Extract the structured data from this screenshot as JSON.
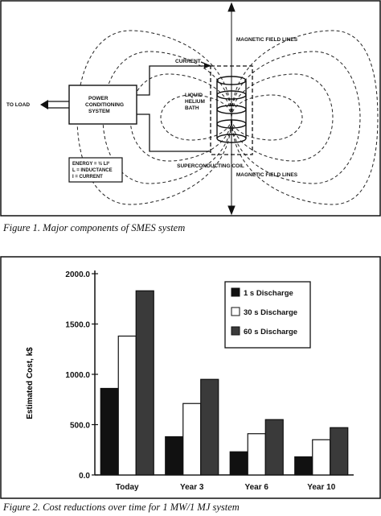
{
  "figure1": {
    "caption": "Figure 1. Major components of SMES system",
    "labels": {
      "magnetic_top": "MAGNETIC FIELD LINES",
      "magnetic_bottom": "MAGNETIC FIELD LINES",
      "current": "CURRENT",
      "to_load": "TO LOAD",
      "pcs": [
        "POWER",
        "CONDITIONING",
        "SYSTEM"
      ],
      "bath": [
        "LIQUID",
        "HELIUM",
        "BATH"
      ],
      "coil": "SUPERCONDUCTING COIL",
      "legend": [
        "ENERGY = ½ LI²",
        "L = INDUCTANCE",
        "I = CURRENT"
      ]
    }
  },
  "figure2": {
    "caption": "Figure 2. Cost reductions over time for 1 MW/1 MJ system",
    "colors": {
      "s1": "#111111",
      "s30": "#ffffff",
      "s60": "#3a3a3a"
    },
    "chart_data": {
      "type": "bar",
      "categories": [
        "Today",
        "Year 3",
        "Year 6",
        "Year 10"
      ],
      "series": [
        {
          "name": "1 s Discharge",
          "values": [
            860,
            380,
            230,
            180
          ]
        },
        {
          "name": "30 s Discharge",
          "values": [
            1380,
            710,
            410,
            350
          ]
        },
        {
          "name": "60 s Discharge",
          "values": [
            1830,
            950,
            550,
            470
          ]
        }
      ],
      "ylabel": "Estimated Cost, k$",
      "yticks": [
        "0.0",
        "500.0",
        "1000.0",
        "1500.0",
        "2000.0"
      ],
      "ylim": [
        0,
        2000
      ],
      "legend_position": "top-right"
    }
  }
}
